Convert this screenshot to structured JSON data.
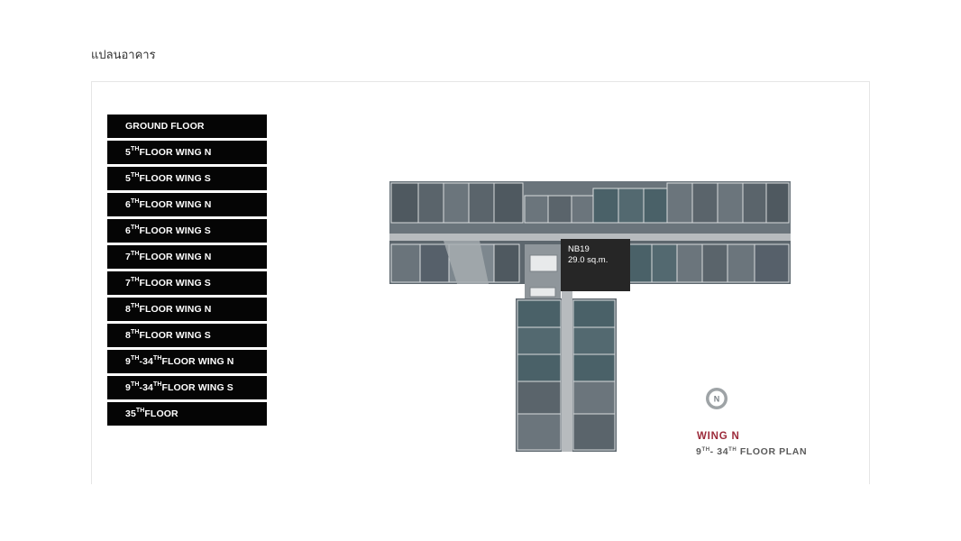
{
  "page": {
    "heading": "แปลนอาคาร"
  },
  "floor_menu": [
    {
      "num": "",
      "sup": "",
      "mid": "",
      "sup2": "",
      "label": "GROUND FLOOR"
    },
    {
      "num": "5",
      "sup": "TH",
      "mid": "",
      "sup2": "",
      "label": "FLOOR WING N"
    },
    {
      "num": "5",
      "sup": "TH",
      "mid": "",
      "sup2": "",
      "label": "FLOOR WING S"
    },
    {
      "num": "6",
      "sup": "TH",
      "mid": "",
      "sup2": "",
      "label": "FLOOR WING N"
    },
    {
      "num": "6",
      "sup": "TH",
      "mid": "",
      "sup2": "",
      "label": "FLOOR WING S"
    },
    {
      "num": "7",
      "sup": "TH",
      "mid": "",
      "sup2": "",
      "label": "FLOOR WING N"
    },
    {
      "num": "7",
      "sup": "TH",
      "mid": "",
      "sup2": "",
      "label": "FLOOR WING S"
    },
    {
      "num": "8",
      "sup": "TH",
      "mid": "",
      "sup2": "",
      "label": "FLOOR WING N"
    },
    {
      "num": "8",
      "sup": "TH",
      "mid": "",
      "sup2": "",
      "label": "FLOOR WING S"
    },
    {
      "num": "9",
      "sup": "TH",
      "mid": "-34",
      "sup2": "TH",
      "label": "FLOOR WING N"
    },
    {
      "num": "9",
      "sup": "TH",
      "mid": "-34",
      "sup2": "TH",
      "label": "FLOOR WING S"
    },
    {
      "num": "35",
      "sup": "TH",
      "mid": "",
      "sup2": "",
      "label": "FLOOR"
    }
  ],
  "selected_unit": {
    "name": "NB19",
    "area": "29.0 sq.m."
  },
  "plan": {
    "compass_letter": "N",
    "wing_title": "WING N",
    "subtitle_pre": "9",
    "subtitle_sup1": "TH",
    "subtitle_mid": "- 34",
    "subtitle_sup2": "TH",
    "subtitle_post": " FLOOR PLAN"
  },
  "colors": {
    "menu_bg": "#050505",
    "unit_dark": "#4a545b",
    "unit_teal": "#536970",
    "corridor": "#9a9fa3",
    "wing_title": "#9c2a3a",
    "tooltip_bg": "#262626"
  }
}
